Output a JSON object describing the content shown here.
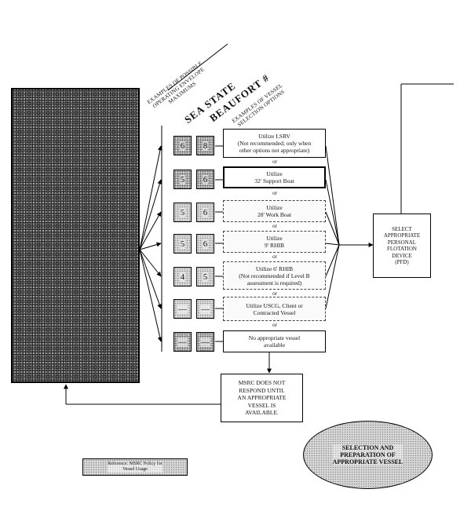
{
  "headers": {
    "envelope": "EXAMPLES OF POSSIBLE\nOPERATING ENVELOPE\nMAXIMUMS",
    "sea_state": "SEA STATE",
    "beaufort": "BEAUFORT #",
    "vessel_options": "EXAMPLES OF VESSEL\nSELECTION OPTIONS"
  },
  "rows": [
    {
      "sea": "6",
      "beaufort": "8",
      "text": "Utilize LSRV\n(Not recommended; only when\nother options not appropriate)"
    },
    {
      "sea": "5",
      "beaufort": "6",
      "text": "Utilize\n32' Support Boat"
    },
    {
      "sea": "5",
      "beaufort": "6",
      "text": "Utilize\n28' Work Boat"
    },
    {
      "sea": "5",
      "beaufort": "6",
      "text": "Utilize\n9' RHIB"
    },
    {
      "sea": "4",
      "beaufort": "5",
      "text": "Utilize 6' RHIB\n(Not recommended if Level B\nassessment is required)"
    },
    {
      "sea": "—",
      "beaufort": "—",
      "text": "Utilize USCG, Client or\nContracted Vessel"
    },
    {
      "sea": "—",
      "beaufort": "—",
      "text": "No appropriate vessel\navailable"
    }
  ],
  "or_label": "or",
  "select_pfd": "SELECT\nAPPROPRIATE\nPERSONAL\nFLOTATION\nDEVICE\n(PFD)",
  "msrc_note": "MSRC DOES NOT\nRESPOND UNTIL\nAN APPROPRIATE\nVESSEL IS\nAVAILABLE.",
  "process_title": "SELECTION AND\nPREPARATION OF\nAPPROPRIATE VESSEL",
  "reference_note": "Reference: MSRC Policy for\nVessel Usage"
}
